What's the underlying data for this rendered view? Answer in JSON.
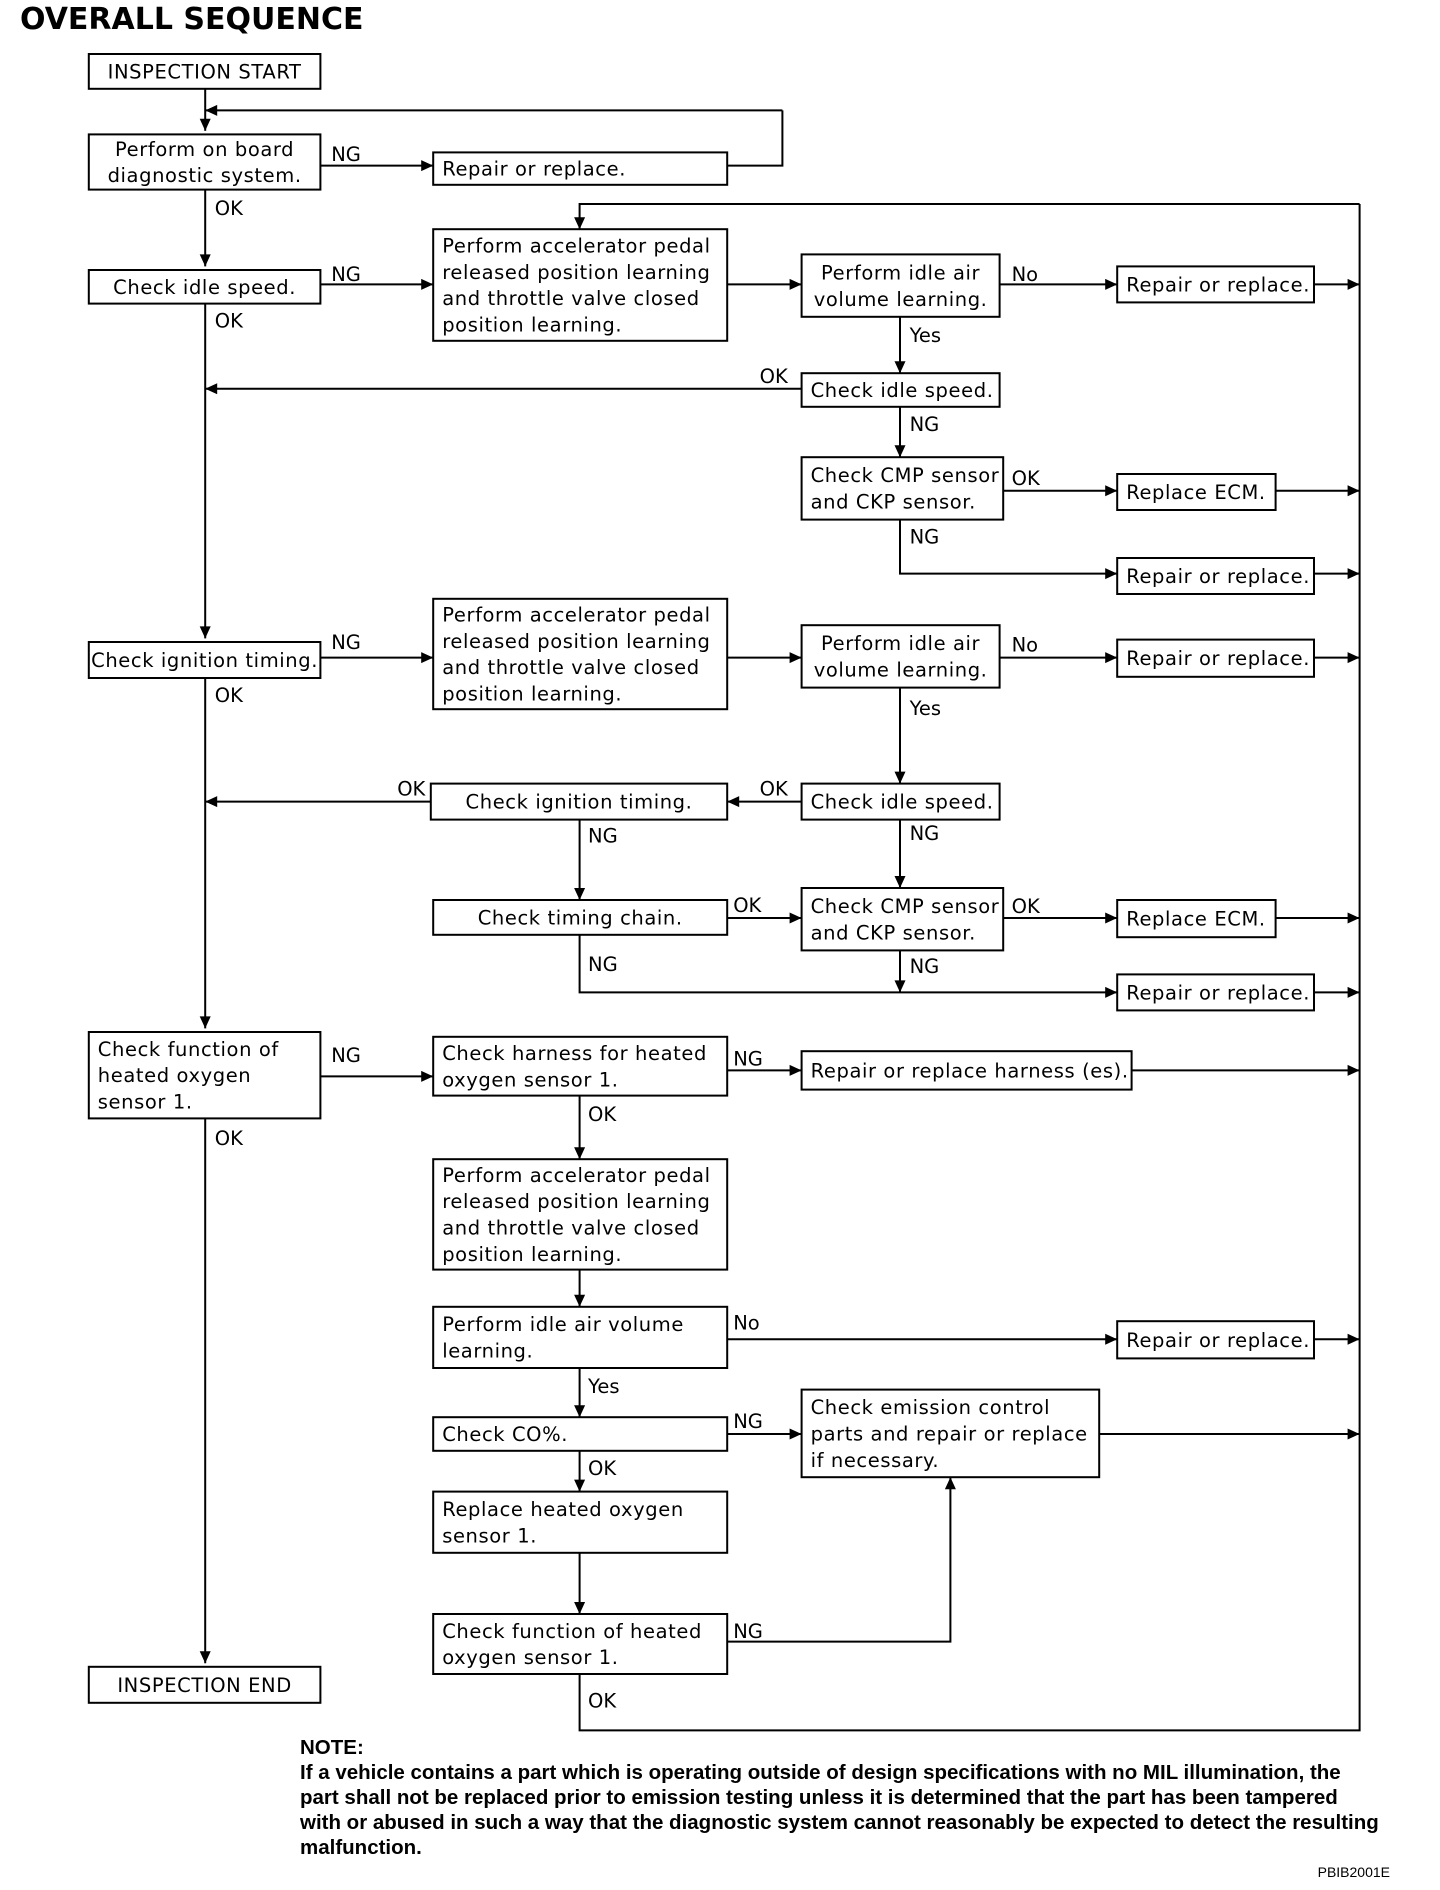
{
  "title": "OVERALL SEQUENCE",
  "boxes": {
    "start": [
      "INSPECTION START"
    ],
    "obd": [
      "Perform on board",
      "diagnostic system."
    ],
    "repair_obd": [
      "Repair or replace."
    ],
    "idle1": [
      "Check idle speed."
    ],
    "accel1": [
      "Perform accelerator pedal",
      "released position learning",
      "and throttle valve closed",
      "position learning."
    ],
    "iavl1": [
      "Perform idle air",
      "volume learning."
    ],
    "repair_r1": [
      "Repair or replace."
    ],
    "idle2": [
      "Check idle speed."
    ],
    "cmp1": [
      "Check CMP sensor",
      "and CKP sensor."
    ],
    "ecm1": [
      "Replace ECM."
    ],
    "repair_r2": [
      "Repair or replace."
    ],
    "ign1": [
      "Check ignition timing."
    ],
    "accel2": [
      "Perform accelerator pedal",
      "released position learning",
      "and throttle valve closed",
      "position learning."
    ],
    "iavl2": [
      "Perform idle air",
      "volume learning."
    ],
    "repair_r3": [
      "Repair or replace."
    ],
    "ign2": [
      "Check ignition timing."
    ],
    "idle3": [
      "Check idle speed."
    ],
    "chain": [
      "Check timing chain."
    ],
    "cmp2": [
      "Check CMP sensor",
      "and CKP sensor."
    ],
    "ecm2": [
      "Replace ECM."
    ],
    "repair_r4": [
      "Repair or replace."
    ],
    "ho2s1": [
      "Check function of",
      "heated oxygen",
      "sensor 1."
    ],
    "harness": [
      "Check harness for heated",
      "oxygen sensor 1."
    ],
    "repair_harness": [
      "Repair or replace harness (es)."
    ],
    "accel3": [
      "Perform accelerator pedal",
      "released position learning",
      "and throttle valve closed",
      "position learning."
    ],
    "iavl3": [
      "Perform idle air volume",
      "learning."
    ],
    "repair_r5": [
      "Repair or replace."
    ],
    "co": [
      "Check CO%."
    ],
    "emission": [
      "Check emission control",
      "parts and repair or replace",
      "if necessary."
    ],
    "replace_ho2s": [
      "Replace heated oxygen",
      "sensor 1."
    ],
    "ho2s2": [
      "Check function of heated",
      "oxygen sensor 1."
    ],
    "end": [
      "INSPECTION END"
    ]
  },
  "labels": [
    "NG",
    "OK",
    "NG",
    "OK",
    "No",
    "Yes",
    "OK",
    "NG",
    "OK",
    "NG",
    "NG",
    "OK",
    "No",
    "Yes",
    "OK",
    "OK",
    "NG",
    "NG",
    "OK",
    "OK",
    "NG",
    "NG",
    "NG",
    "OK",
    "NG",
    "OK",
    "No",
    "Yes",
    "NG",
    "OK",
    "NG",
    "OK"
  ],
  "note": {
    "heading": "NOTE:",
    "body": "If a vehicle contains a part which is operating outside of design specifications with no MIL illumination, the part shall not be replaced prior to emission testing unless it is determined that the part has been tampered with or abused in such a way that the diagnostic system cannot reasonably be expected to detect the resulting malfunction."
  },
  "figure_code": "PBIB2001E"
}
